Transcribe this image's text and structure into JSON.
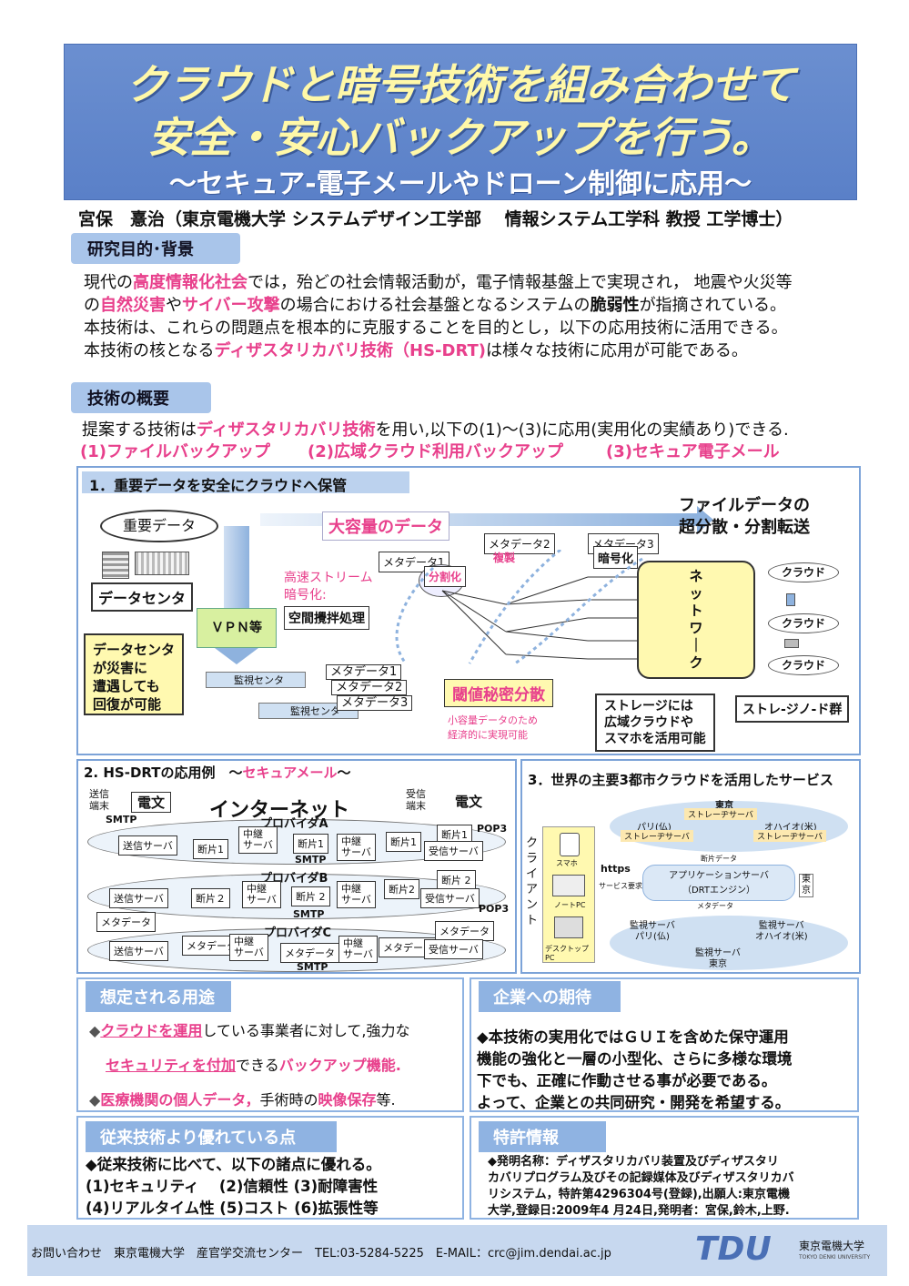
{
  "title": {
    "line1": "クラウドと暗号技術を組み合わせて",
    "line2": "安全・安心バックアップを行う。",
    "line3": "〜セキュア-電子メールやドローン制御に応用〜"
  },
  "author": "宮保　憙治（東京電機大学  システムデザイン工学部　 情報システム工学科  教授  工学博士）",
  "sec1": {
    "tab": "研究目的･背景",
    "p1a": "現代の",
    "p1b": "高度情報化社会",
    "p1c": "では，殆どの社会情報活動が，電子情報基盤上で実現され，  地震や火災等",
    "p2a": "の",
    "p2b": "自然災害",
    "p2c": "や",
    "p2d": "サイバー攻撃",
    "p2e": "の場合における社会基盤となるシステムの",
    "p2f": "脆弱性",
    "p2g": "が指摘されている。",
    "p3": "本技術は、これらの問題点を根本的に克服することを目的とし，以下の応用技術に活用できる。",
    "p4a": "本技術の核となる",
    "p4b": "ディザスタリカバリ技術（HS-DRT)",
    "p4c": "は様々な技術に応用が可能である。"
  },
  "sec2": {
    "tab": "技術の概要",
    "p1a": "提案する技術は",
    "p1b": "ディザスタリカバリ技術",
    "p1c": "を用い,以下の(1)〜(3)に応用(実用化の実績あり)できる.",
    "app1": "(1)ファイルバックアップ",
    "app2": "(2)広域クラウド利用バックアップ",
    "app3": "(3)セキュア電子メール"
  },
  "diag1": {
    "title": "1．重要データを安全にクラウドへ保管",
    "important": "重要データ",
    "bigdata": "大容量のデータ",
    "datacenter": "データセンタ",
    "vpn": "ＶＰＮ等",
    "recover": [
      "データセンタ",
      "が災害に",
      "遭遇しても",
      "回復が可能"
    ],
    "stream": [
      "高速ストリーム",
      "暗号化:"
    ],
    "shuffle": "空間攪拌処理",
    "meta1": "メタデータ1",
    "meta2": "メタデータ2",
    "meta3": "メタデータ3",
    "split": "分割化",
    "dup": "複製",
    "enc": "暗号化",
    "filedata": [
      "ファイルデータの",
      "超分散・分割転送"
    ],
    "network": [
      "ネ",
      "ッ",
      "ト",
      "ワ",
      "｜",
      "ク"
    ],
    "cloud": "クラウド",
    "monitor": "監視センタ",
    "meta_list": [
      "メタデータ1",
      "メタデータ2",
      "メタデータ3"
    ],
    "threshold": "閾値秘密分散",
    "threshold_sub": [
      "小容量データのため",
      "経済的に実現可能"
    ],
    "storage": [
      "ストレージには",
      "広域クラウドや",
      "スマホを活用可能"
    ],
    "storage_group": "ストレ-ジノ-ド群"
  },
  "diag2": {
    "title_a": "2. HS-DRTの応用例　〜",
    "title_b": "セキュアメール",
    "title_c": "〜",
    "internet": "インターネット",
    "send_term": [
      "送信",
      "端末"
    ],
    "recv_term": [
      "受信",
      "端末"
    ],
    "mail": "電文",
    "smtp": "SMTP",
    "pop3": "POP3",
    "provA": "プロバイダA",
    "provB": "プロバイダB",
    "provC": "プロバイダC",
    "send_server": "送信サーバ",
    "recv_server": "受信サーバ",
    "relay": [
      "中継",
      "サーバ"
    ],
    "frag1": "断片1",
    "frag2": "断片２",
    "frag2b": "断片 2",
    "frag2c": "断片2",
    "meta": "メタデータ"
  },
  "diag3": {
    "title": "3．世界の主要3都市クラウドを活用したサービス",
    "client": [
      "ク",
      "ラ",
      "イ",
      "ア",
      "ン",
      "ト"
    ],
    "phone": "スマホ",
    "notepc": "ノートPC",
    "desktop": "デスクトップPC",
    "https": "https",
    "service_req": "サービス要求",
    "tokyo": "東京",
    "tokyo_storage": "ストレーヂサーバ",
    "paris": "パリ(仏)",
    "ohio": "オハイオ(米)",
    "storage": "ストレーヂサーバ",
    "frag_data": "断片データ",
    "app_server": [
      "アプリケーションサーバ",
      "（DRTエンジン）"
    ],
    "metadata": "メタデータ",
    "tokyo_side": [
      "東",
      "京"
    ],
    "mon_paris": [
      "監視サーバ",
      "パリ(仏)"
    ],
    "mon_ohio": [
      "監視サーバ",
      "オハイオ(米)"
    ],
    "mon_tokyo": [
      "監視サーバ",
      "東京"
    ]
  },
  "use": {
    "tab": "想定される用途",
    "l1a": "◆",
    "l1b": "クラウドを運用",
    "l1c": "している事業者に対して,強力な",
    "l2a": "セキュリティを付加",
    "l2b": "できる",
    "l2c": "バックアップ機能.",
    "l3a": "◆",
    "l3b": "医療機関の個人データ，",
    "l3c": "手術時の",
    "l3d": "映像保存",
    "l3e": "等."
  },
  "expect": {
    "tab": "企業への期待",
    "lines": [
      "◆本技術の実用化ではＧＵＩを含めた保守運用",
      "機能の強化と一層の小型化、さらに多様な環境",
      "下でも、正確に作動させる事が必要である。",
      "よって、企業との共同研究・開発を希望する。"
    ]
  },
  "superior": {
    "tab": "従来技術より優れている点",
    "lines": [
      "◆従来技術に比べて、以下の諸点に優れる。",
      "(1)セキュリティ　 (2)信頼性  (3)耐障害性",
      "(4)リアルタイム性  (5)コスト  (6)拡張性等"
    ]
  },
  "patent": {
    "tab": "特許情報",
    "lines": [
      "◆発明名称：ディザスタリカバリ装置及びディザスタリ",
      "カバリプログラム及びその記録媒体及びディザスタリカバ",
      "リシステム，特許第4296304号(登録),出願人:東京電機",
      "大学,登録日:2009年4 月24日,発明者：宮保,鈴木,上野."
    ]
  },
  "footer": {
    "contact": "お問い合わせ　東京電機大学　産官学交流センター　TEL:03-5284-5225　E-MAIL：crc@jim.dendai.ac.jp",
    "logo": "TDU",
    "univ": "東京電機大学",
    "univ_en": "TOKYO DENKI UNIVERSITY"
  }
}
